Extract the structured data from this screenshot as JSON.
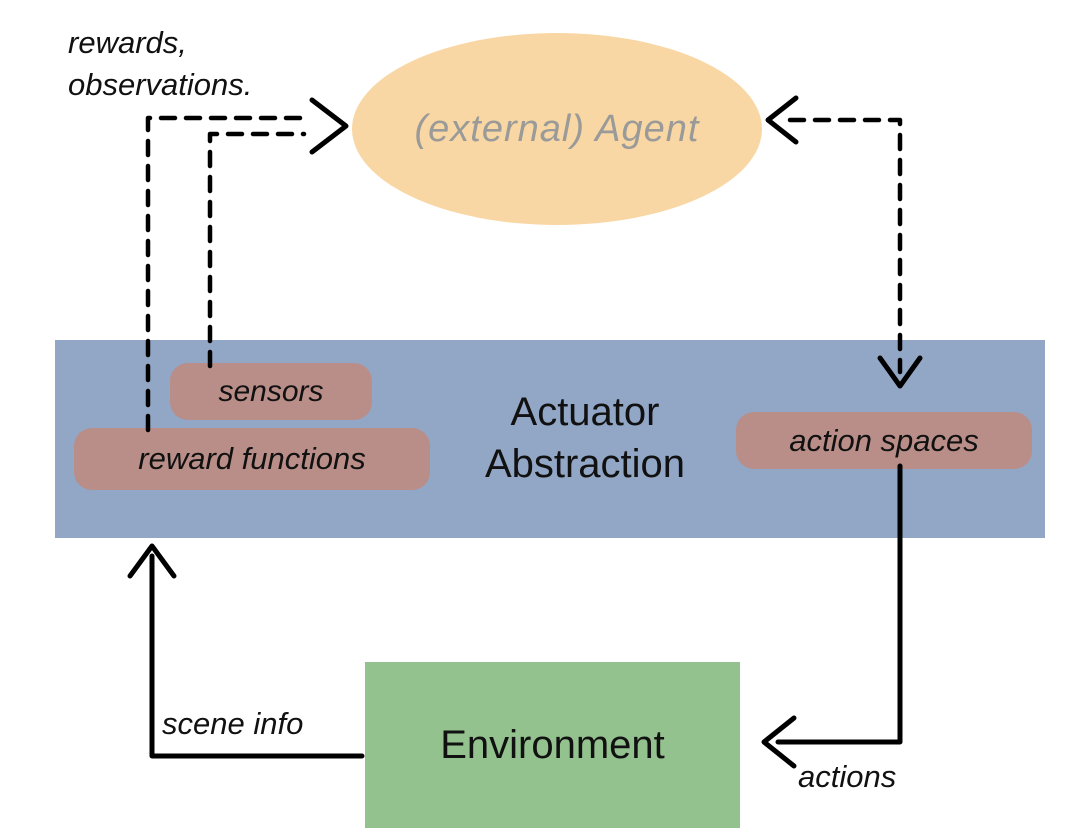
{
  "colors": {
    "background": "#ffffff",
    "text": "#111111",
    "agent_fill": "#f9d7a4",
    "agent_text": "#9a9a98",
    "band_fill": "#92a6c6",
    "badge_fill": "#b98e88",
    "env_fill": "#93c28e",
    "arrow": "#000000"
  },
  "diagram": {
    "agent_label": "(external) Agent",
    "rewards_label": "rewards,\nobservations.",
    "band_label": "Actuator\nAbstraction",
    "badges": {
      "sensors": "sensors",
      "reward_functions": "reward functions",
      "action_spaces": "action spaces"
    },
    "environment_label": "Environment",
    "scene_info_label": "scene info",
    "actions_label": "actions"
  }
}
